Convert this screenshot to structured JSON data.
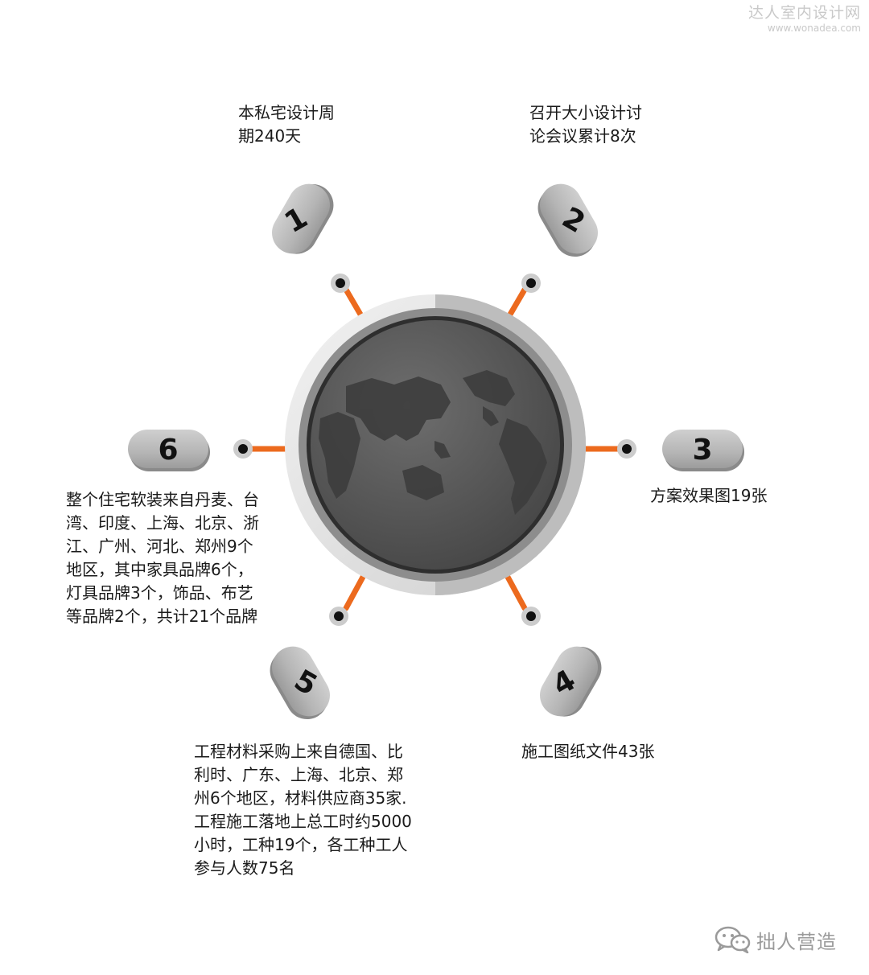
{
  "watermark": {
    "title": "达人室内设计网",
    "url": "www.wonadea.com"
  },
  "diagram": {
    "accent_color": "#ec6a1e",
    "globe_color": "#5b5b5b",
    "badge_color": "#b9b9b9",
    "center_icon": "world-map-globe-icon",
    "items": [
      {
        "number": "1",
        "description": "本私宅设计周\n期240天"
      },
      {
        "number": "2",
        "description": "召开大小设计讨\n论会议累计8次"
      },
      {
        "number": "3",
        "description": "方案效果图19张"
      },
      {
        "number": "4",
        "description": "施工图纸文件43张"
      },
      {
        "number": "5",
        "description": "工程材料采购上来自德国、比\n利时、广东、上海、北京、郑\n州6个地区，材料供应商35家.\n工程施工落地上总工时约5000\n小时，工种19个，各工种工人\n参与人数75名"
      },
      {
        "number": "6",
        "description": "整个住宅软装来自丹麦、台\n湾、印度、上海、北京、浙\n江、广州、河北、郑州9个\n地区，其中家具品牌6个，\n灯具品牌3个，饰品、布艺\n等品牌2个，共计21个品牌"
      }
    ]
  },
  "logo": {
    "icon": "wechat-icon",
    "text": "拙人营造"
  }
}
